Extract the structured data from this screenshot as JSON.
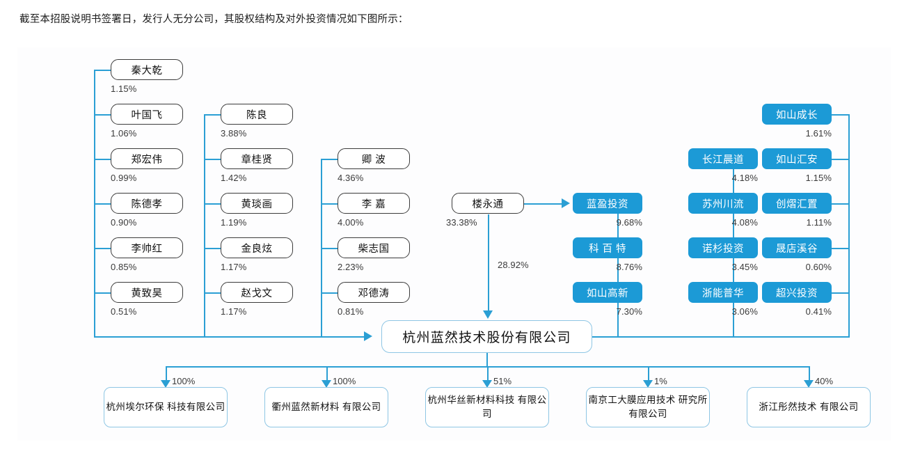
{
  "caption": "截至本招股说明书签署日，发行人无分公司，其股权结构及对外投资情况如下图所示：",
  "colors": {
    "investor_blue": "#1c9ad6",
    "connector_blue": "#2b9fd4",
    "person_border": "#3b3b3b",
    "company_border": "#8ec6e4"
  },
  "main_company": {
    "name": "杭州蓝然技术股份有限公司"
  },
  "columns": [
    {
      "id": "column-1",
      "kind": "person",
      "nodes": [
        {
          "name": "秦大乾",
          "pct": "1.15%"
        },
        {
          "name": "叶国飞",
          "pct": "1.06%"
        },
        {
          "name": "郑宏伟",
          "pct": "0.99%"
        },
        {
          "name": "陈德孝",
          "pct": "0.90%"
        },
        {
          "name": "李帅红",
          "pct": "0.85%"
        },
        {
          "name": "黄致昊",
          "pct": "0.51%"
        }
      ]
    },
    {
      "id": "column-2",
      "kind": "person",
      "nodes": [
        {
          "name": "陈良",
          "pct": "3.88%"
        },
        {
          "name": "章桂贤",
          "pct": "1.42%"
        },
        {
          "name": "黄琰画",
          "pct": "1.19%"
        },
        {
          "name": "金良炫",
          "pct": "1.17%"
        },
        {
          "name": "赵戈文",
          "pct": "1.17%"
        }
      ]
    },
    {
      "id": "column-3",
      "kind": "person",
      "nodes": [
        {
          "name": "卿 波",
          "pct": "4.36%"
        },
        {
          "name": "李 嘉",
          "pct": "4.00%"
        },
        {
          "name": "柴志国",
          "pct": "2.23%"
        },
        {
          "name": "邓德涛",
          "pct": "0.81%"
        }
      ]
    },
    {
      "id": "column-4",
      "kind": "investor",
      "nodes": [
        {
          "name": "蓝盈投资",
          "pct": "9.68%"
        },
        {
          "name": "科 百 特",
          "pct": "8.76%"
        },
        {
          "name": "如山高新",
          "pct": "7.30%"
        }
      ]
    },
    {
      "id": "column-5",
      "kind": "investor",
      "nodes": [
        {
          "name": "长江晨道",
          "pct": "4.18%"
        },
        {
          "name": "苏州川流",
          "pct": "4.08%"
        },
        {
          "name": "诺杉投资",
          "pct": "3.45%"
        },
        {
          "name": "浙能普华",
          "pct": "3.06%"
        }
      ]
    },
    {
      "id": "column-6",
      "kind": "investor",
      "nodes": [
        {
          "name": "如山成长",
          "pct": "1.61%"
        },
        {
          "name": "如山汇安",
          "pct": "1.15%"
        },
        {
          "name": "创熠汇置",
          "pct": "1.11%"
        },
        {
          "name": "晟店溪谷",
          "pct": "0.60%"
        },
        {
          "name": "超兴投资",
          "pct": "0.41%"
        }
      ]
    }
  ],
  "controller": {
    "name": "楼永通",
    "pct_to_company": "28.92%",
    "pct_to_lanying": "33.38%"
  },
  "subsidiaries": [
    {
      "name": "杭州埃尔环保\n科技有限公司",
      "pct": "100%"
    },
    {
      "name": "衢州蓝然新材料\n有限公司",
      "pct": "100%"
    },
    {
      "name": "杭州华丝新材料科技\n有限公司",
      "pct": "51%"
    },
    {
      "name": "南京工大膜应用技术\n研究所有限公司",
      "pct": "1%"
    },
    {
      "name": "浙江彤然技术\n有限公司",
      "pct": "40%"
    }
  ]
}
